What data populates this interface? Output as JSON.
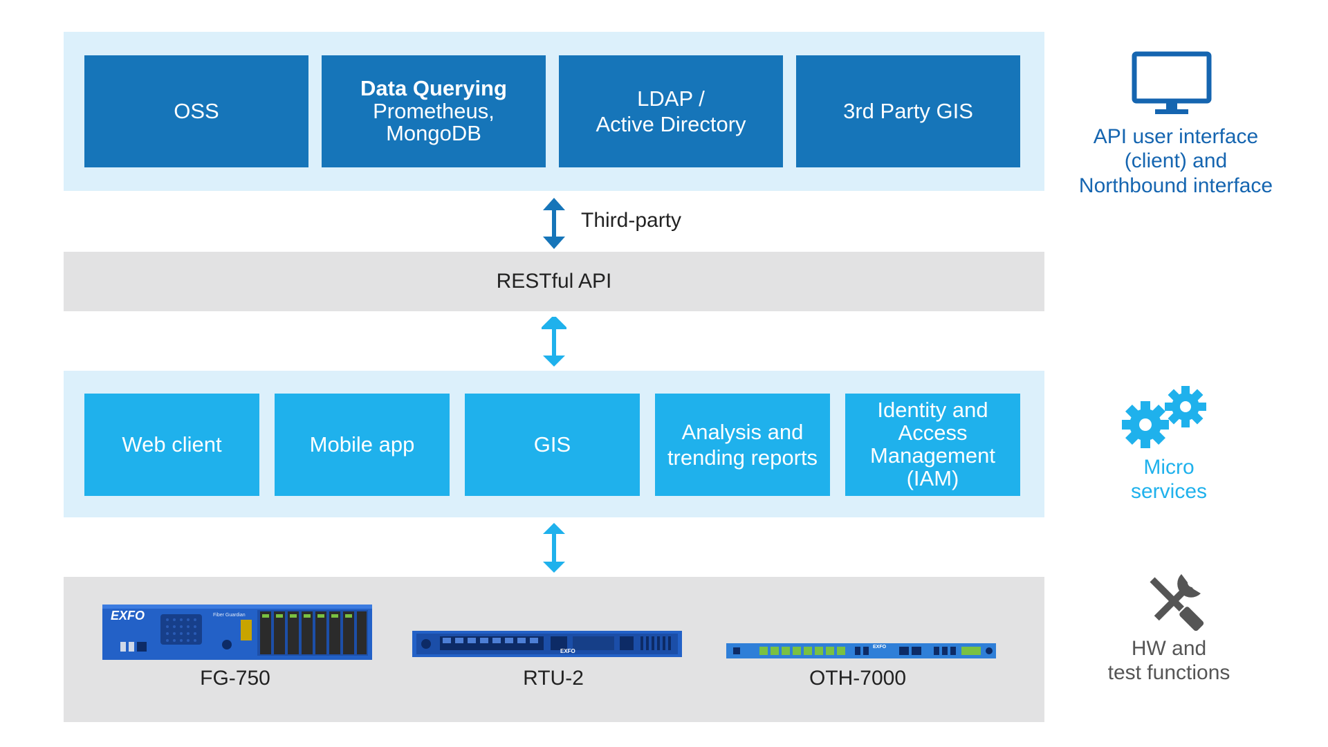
{
  "top_layer": {
    "boxes": [
      {
        "lines": [
          "OSS"
        ]
      },
      {
        "title": "Data Querying",
        "lines": [
          "Prometheus,",
          "MongoDB"
        ]
      },
      {
        "lines": [
          "LDAP /",
          "Active Directory"
        ]
      },
      {
        "lines": [
          "3rd Party GIS"
        ]
      }
    ],
    "side_label": [
      "API user interface",
      "(client) and",
      "Northbound interface"
    ]
  },
  "connector_1": {
    "label": "Third-party"
  },
  "api_layer": {
    "label": "RESTful API"
  },
  "micro_layer": {
    "boxes": [
      {
        "lines": [
          "Web client"
        ]
      },
      {
        "lines": [
          "Mobile app"
        ]
      },
      {
        "lines": [
          "GIS"
        ]
      },
      {
        "lines": [
          "Analysis and",
          "trending reports"
        ]
      },
      {
        "lines": [
          "Identity and",
          "Access",
          "Management",
          "(IAM)"
        ]
      }
    ],
    "side_label": [
      "Micro",
      "services"
    ]
  },
  "hw_layer": {
    "devices": [
      {
        "name": "FG-750",
        "brand": "EXFO",
        "panel_text": "Fiber Guardian"
      },
      {
        "name": "RTU-2",
        "brand": "EXFO"
      },
      {
        "name": "OTH-7000",
        "brand": "EXFO"
      }
    ],
    "side_label": [
      "HW and",
      "test functions"
    ]
  },
  "colors": {
    "dark_blue": "#1675b9",
    "light_blue": "#1fb1ec",
    "band_light": "#dcf0fb",
    "band_gray": "#e2e2e3",
    "side_dark_text": "#1565b0",
    "side_light_text": "#1fb1ec",
    "side_gray_text": "#555555"
  }
}
